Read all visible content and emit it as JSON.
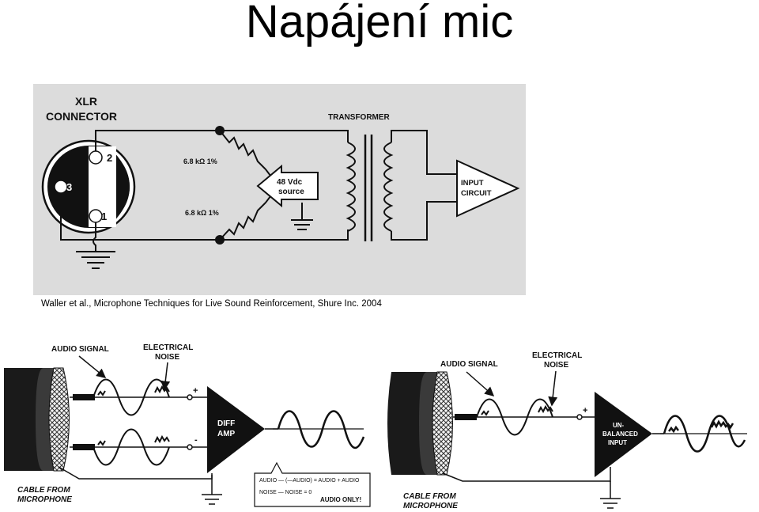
{
  "title": "Napájení mic",
  "caption": "Waller et al., Microphone Techniques for Live Sound Reinforcement, Shure Inc. 2004",
  "top_diagram": {
    "xlr_label_1": "XLR",
    "xlr_label_2": "CONNECTOR",
    "transformer_label": "TRANSFORMER",
    "pin_2": "2",
    "pin_3": "3",
    "pin_1": "1",
    "resistor_top": "6.8 kΩ  1%",
    "resistor_bottom": "6.8 kΩ  1%",
    "source_1": "48 Vdc",
    "source_2": "source",
    "input_1": "INPUT",
    "input_2": "CIRCUIT"
  },
  "left_diagram": {
    "audio_signal": "AUDIO SIGNAL",
    "electrical_1": "ELECTRICAL",
    "electrical_2": "NOISE",
    "plus": "+",
    "minus": "-",
    "diff_1": "DIFF",
    "diff_2": "AMP",
    "cable_1": "CABLE FROM",
    "cable_2": "MICROPHONE",
    "callout_line1": "AUDIO — (—AUDIO) = AUDIO + AUDIO",
    "callout_line2": "NOISE — NOISE =          0",
    "callout_line3": "AUDIO ONLY!"
  },
  "right_diagram": {
    "audio_signal": "AUDIO SIGNAL",
    "electrical_1": "ELECTRICAL",
    "electrical_2": "NOISE",
    "plus": "+",
    "unbal_1": "UN-",
    "unbal_2": "BALANCED",
    "unbal_3": "INPUT",
    "cable_1": "CABLE FROM",
    "cable_2": "MICROPHONE"
  },
  "colors": {
    "panel_bg": "#dcdcdc",
    "ink": "#111111"
  }
}
